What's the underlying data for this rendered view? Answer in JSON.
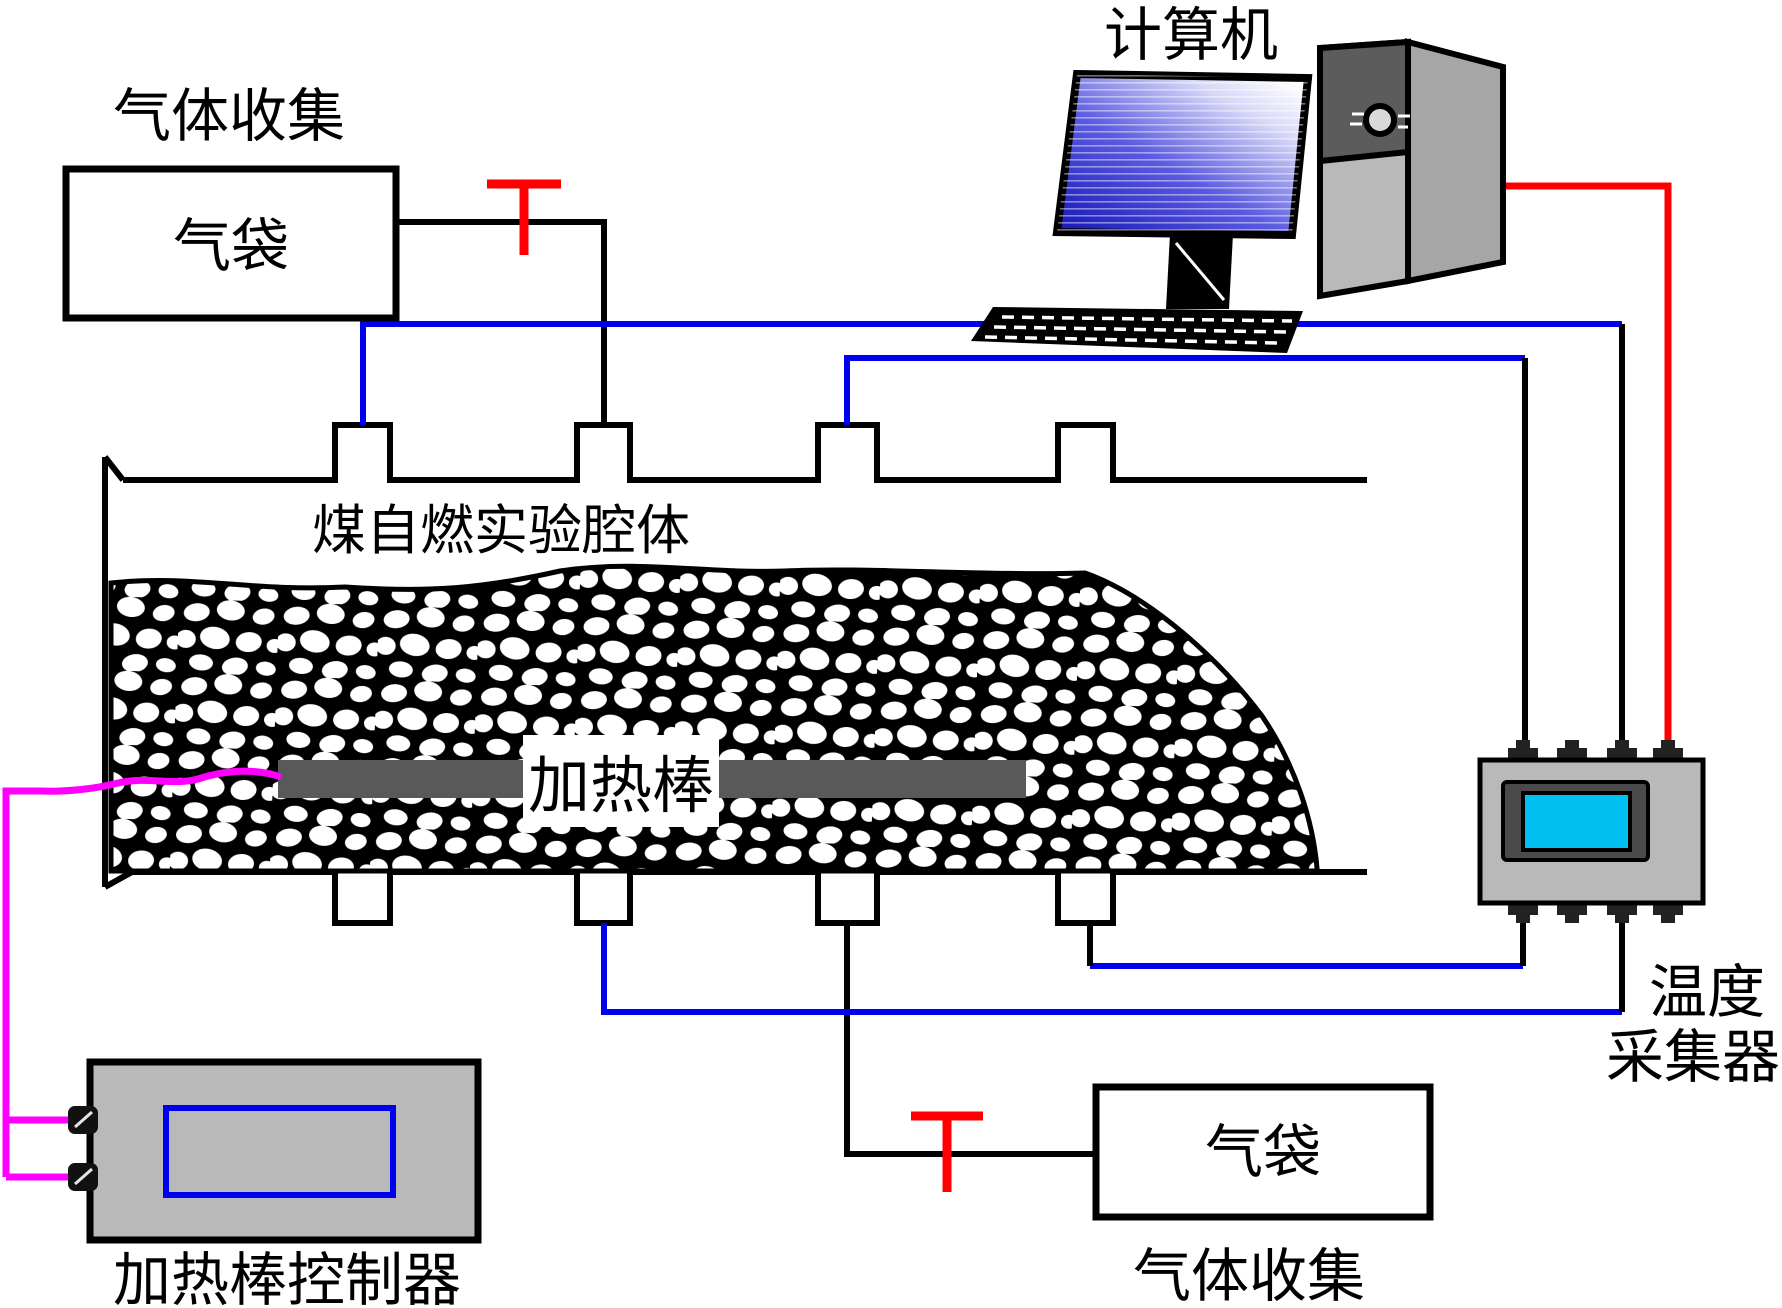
{
  "labels": {
    "gas_collection_top": "气体收集",
    "gas_bag_top": "气袋",
    "computer": "计算机",
    "chamber": "煤自燃实验腔体",
    "heating_rod": "加热棒",
    "temp_line1": "温度",
    "temp_line2": "采集器",
    "heater_controller": "加热棒控制器",
    "gas_bag_bottom": "气袋",
    "gas_collection_bottom": "气体收集"
  },
  "icons": {
    "valve_top": "valve-icon",
    "valve_bottom": "valve-icon",
    "power_button": "power-button-icon"
  },
  "colors": {
    "signal_wire": "#0000ee",
    "power_wire": "#ff0000",
    "heater_wire": "#ff00ff",
    "gas_line": "#000000",
    "device_gray": "#b9b9b9",
    "device_dark": "#4a4a4a",
    "screen_cyan": "#00c1f2",
    "rod_gray": "#595959",
    "tower_side": "#a6a6a6",
    "monitor_blue": "#1515b8"
  }
}
